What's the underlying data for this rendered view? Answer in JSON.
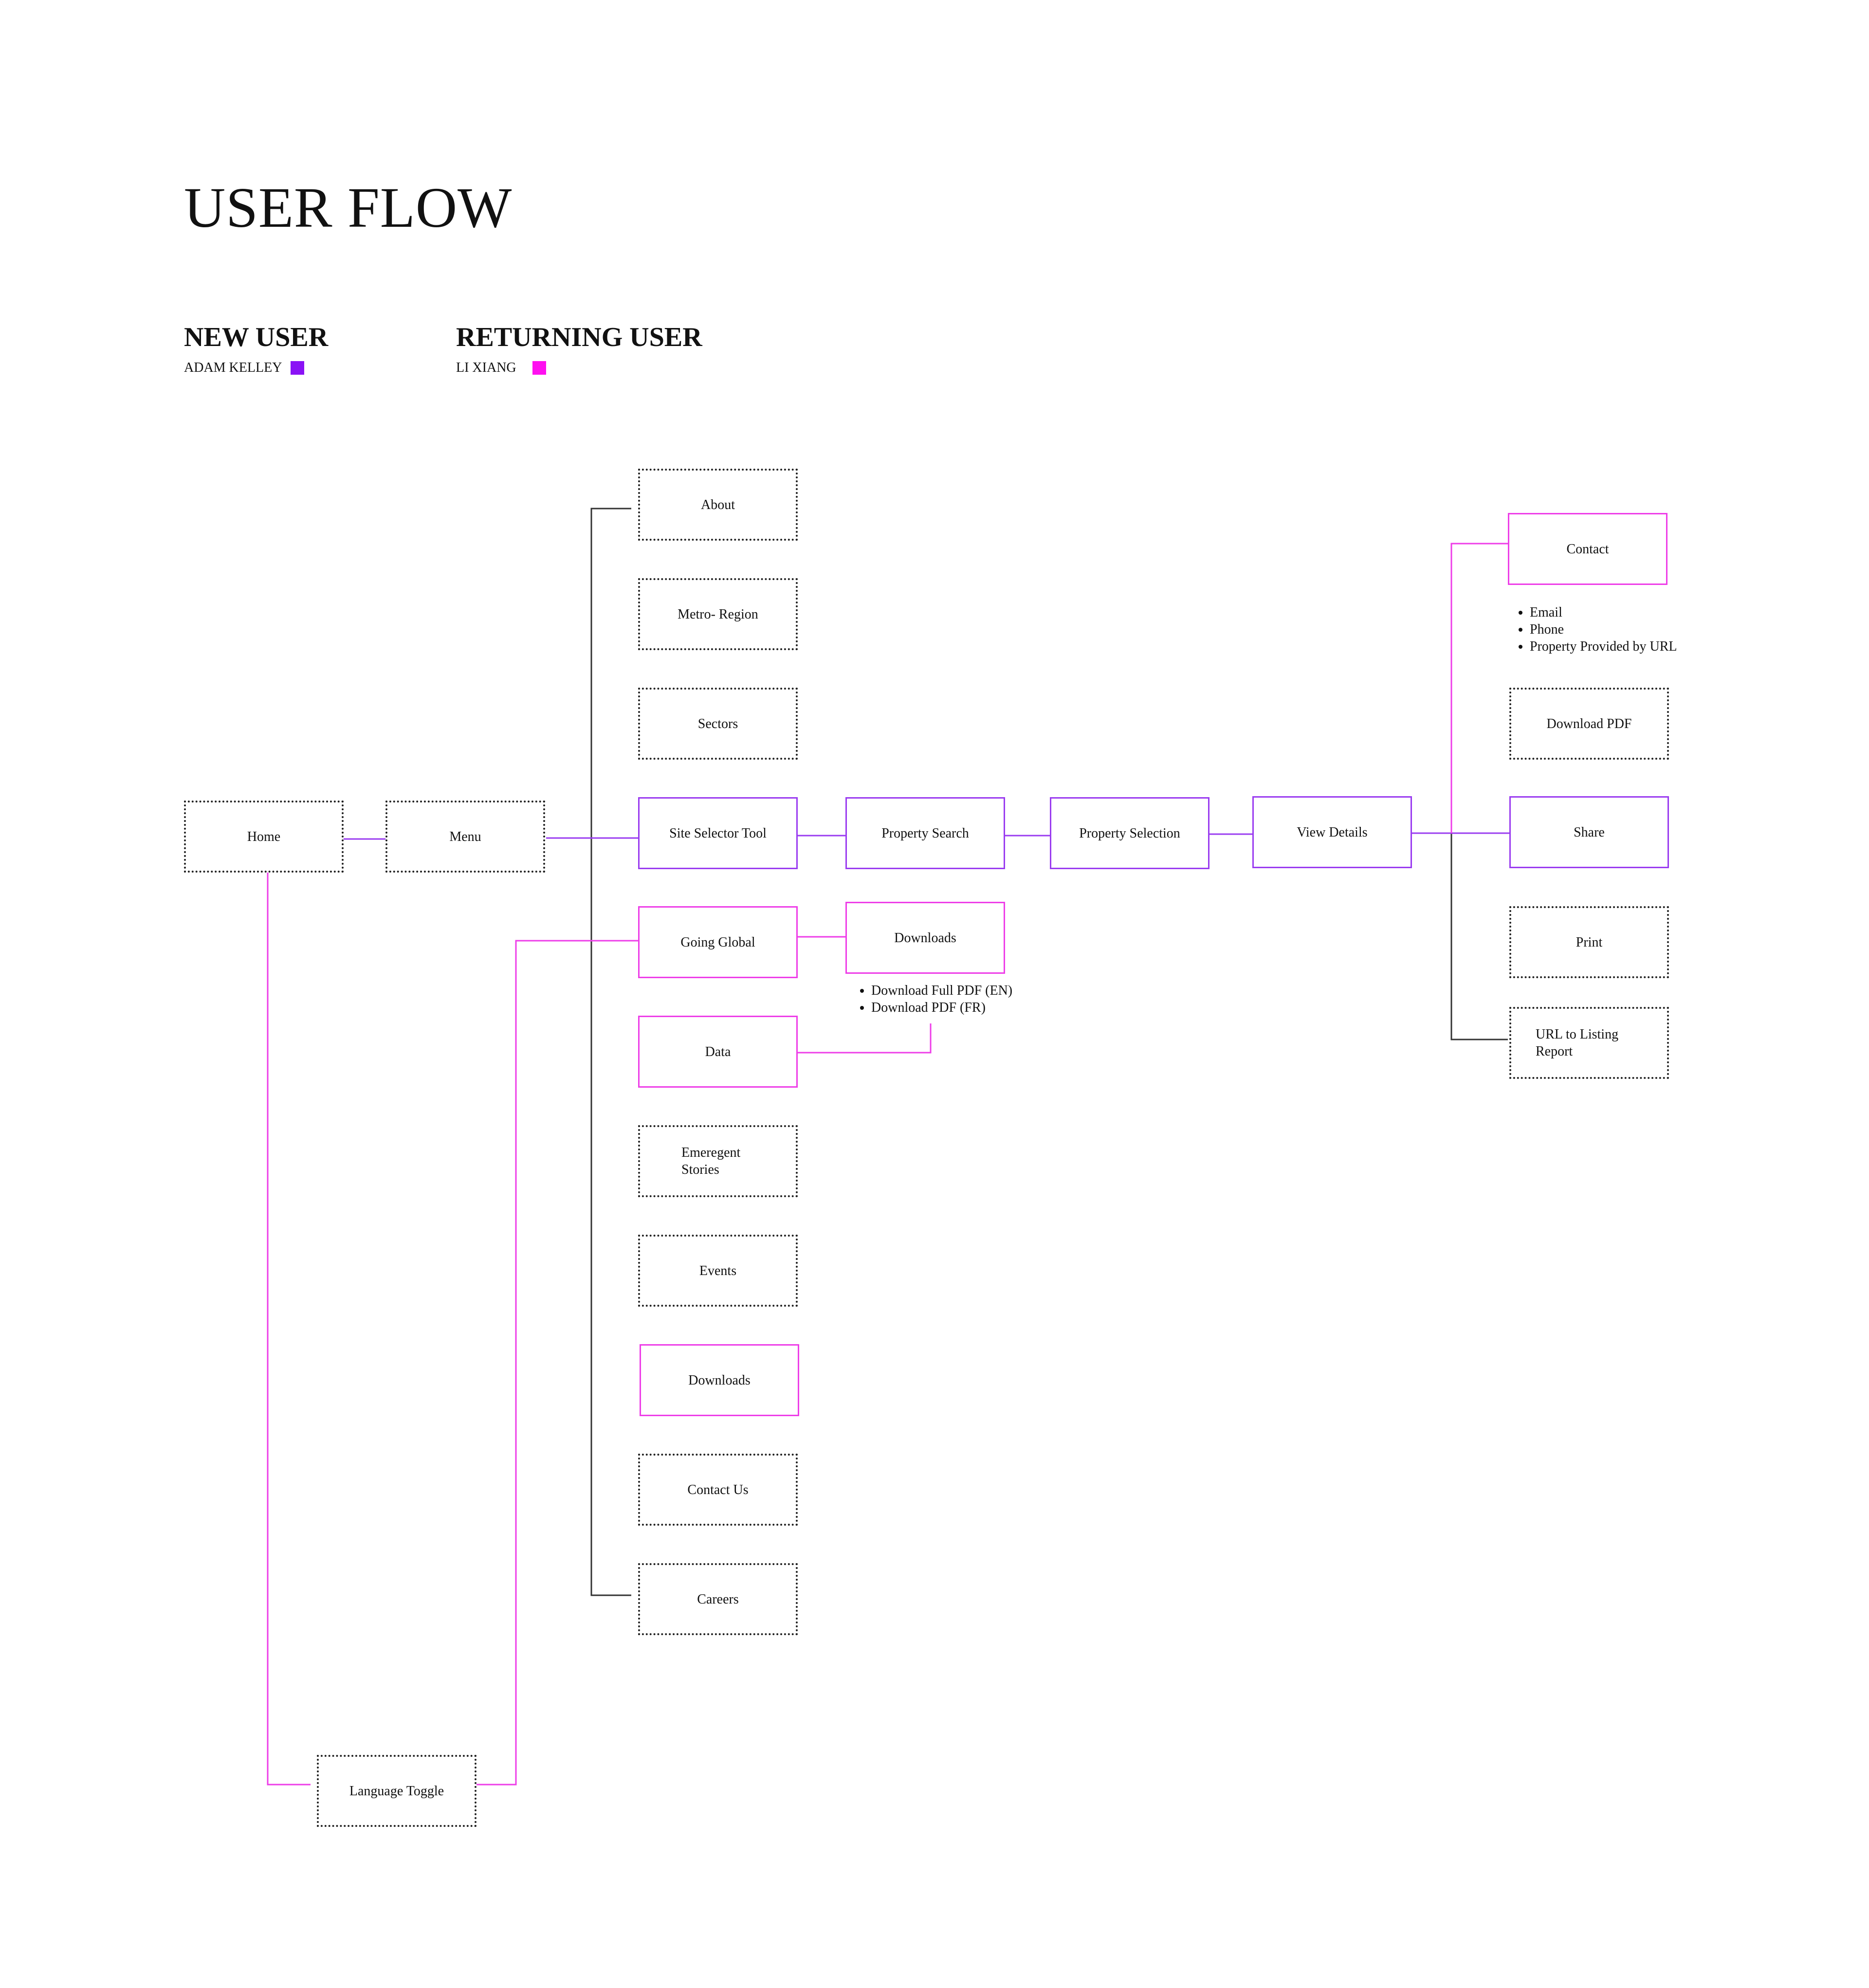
{
  "title": "USER FLOW",
  "legend": {
    "new_user": {
      "heading": "NEW USER",
      "name": "ADAM KELLEY",
      "color": "#8a12f5"
    },
    "returning_user": {
      "heading": "RETURNING USER",
      "name": "LI XIANG",
      "color": "#ff10f0"
    }
  },
  "colors": {
    "new_line": "#9a3cf0",
    "returning_line": "#ee3ee8",
    "menu_line": "#333333"
  },
  "nodes": {
    "home": "Home",
    "menu": "Menu",
    "about": "About",
    "metro_region": "Metro- Region",
    "sectors": "Sectors",
    "site_selector": "Site Selector Tool",
    "going_global": "Going Global",
    "data": "Data",
    "emergent_stories": "Emeregent Stories",
    "events": "Events",
    "downloads_menu": "Downloads",
    "contact_us": "Contact Us",
    "careers": "Careers",
    "property_search": "Property Search",
    "property_selection": "Property Selection",
    "view_details": "View Details",
    "downloads_sub": "Downloads",
    "contact": "Contact",
    "download_pdf": "Download PDF",
    "share": "Share",
    "print": "Print",
    "url_listing": "URL to Listing Report",
    "language_toggle": "Language Toggle"
  },
  "contact_details": [
    "Email",
    "Phone",
    "Property Provided by URL"
  ],
  "download_options": [
    "Download Full PDF (EN)",
    "Download PDF (FR)"
  ]
}
